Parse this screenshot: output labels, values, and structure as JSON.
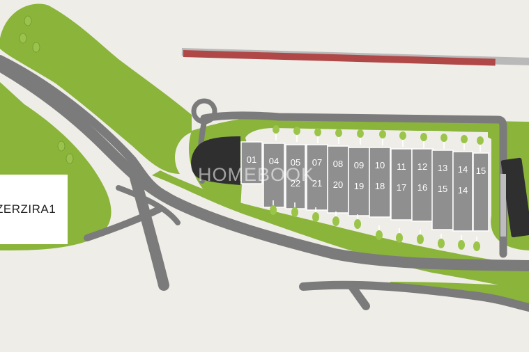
{
  "site_sign": {
    "label": "ZERZIRA1"
  },
  "watermark": {
    "text": "HOMEBOOK"
  },
  "colors": {
    "background": "#efede8",
    "grass": "#8ab43a",
    "road": "#7b7b7b",
    "plot": "#8f8f8f",
    "building": "#2f2f2f",
    "red_strip": "#b04848",
    "tree": "#9bc549"
  },
  "plots": [
    {
      "top": "01"
    },
    {
      "top": "04"
    },
    {
      "top": "05",
      "bottom": "22"
    },
    {
      "top": "07",
      "bottom": "21"
    },
    {
      "top": "08",
      "bottom": "20"
    },
    {
      "top": "09",
      "bottom": "19"
    },
    {
      "top": "10",
      "bottom": "18"
    },
    {
      "top": "11",
      "bottom": "17"
    },
    {
      "top": "12",
      "bottom": "16"
    },
    {
      "top": "13",
      "bottom": "15"
    },
    {
      "top": "14",
      "bottom": "14"
    },
    {
      "top": "15"
    }
  ]
}
